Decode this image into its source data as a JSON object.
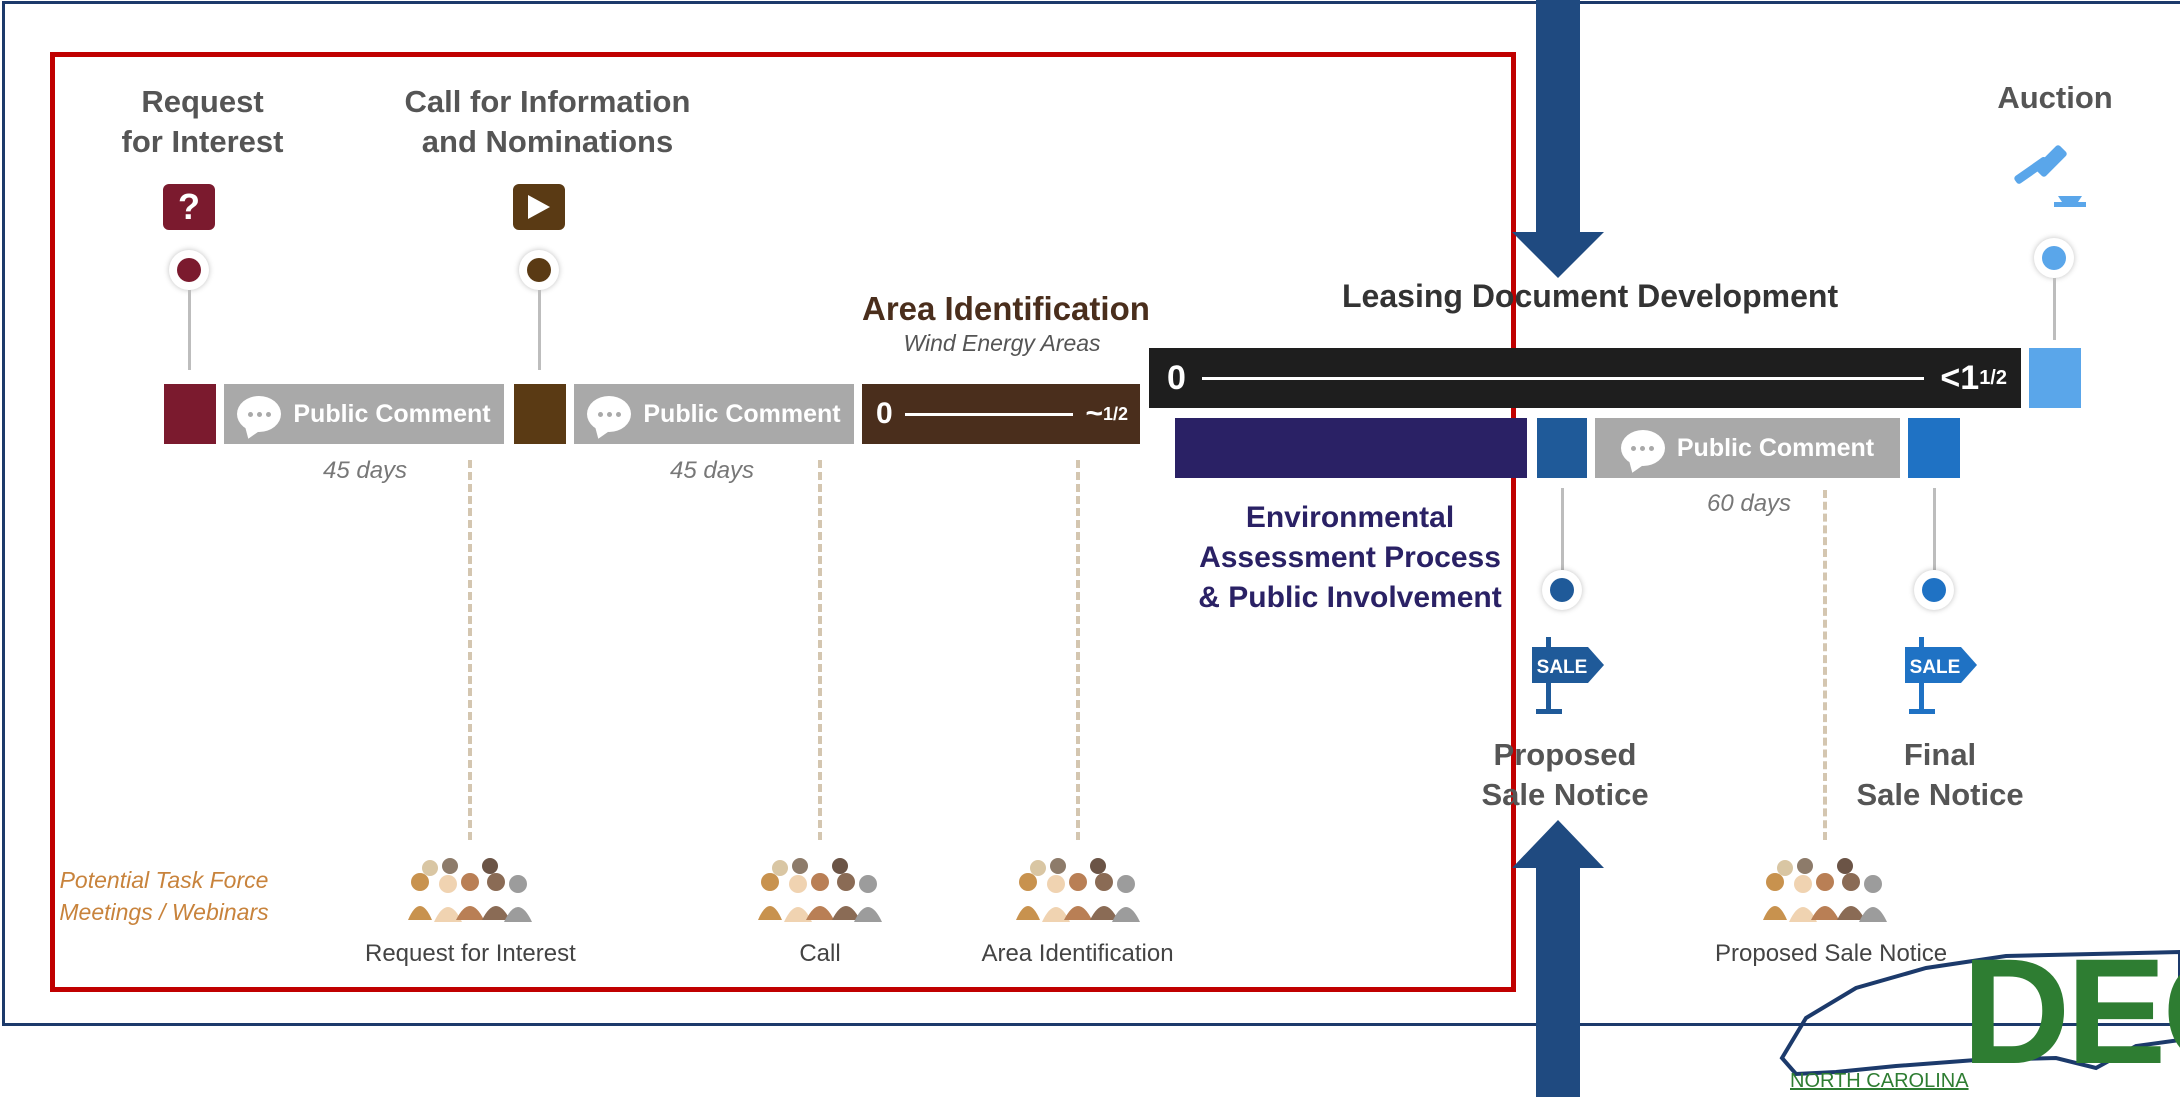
{
  "milestones": {
    "request_interest": "Request\nfor Interest",
    "call_info": "Call for Information\nand Nominations",
    "area_id_title": "Area Identification",
    "area_id_sub": "Wind Energy Areas",
    "leasing_title": "Leasing Document Development",
    "auction": "Auction",
    "env_assessment": "Environmental\nAssessment Process\n& Public Involvement",
    "proposed_sale": "Proposed\nSale Notice",
    "final_sale": "Final\nSale Notice"
  },
  "timeline": {
    "public_comment": "Public Comment",
    "days_45": "45 days",
    "days_60": "60 days",
    "area_start": "0",
    "area_end": "~",
    "area_frac": "1/2",
    "leasing_start": "0",
    "leasing_end": "<1",
    "leasing_frac": "1/2"
  },
  "task_force": {
    "label": "Potential Task Force\nMeetings / Webinars",
    "groups": [
      "Request for Interest",
      "Call",
      "Area Identification",
      "Proposed Sale Notice"
    ]
  },
  "icons": [
    "question-icon",
    "play-icon",
    "gavel-icon",
    "sale-sign-icon",
    "people-group-icon",
    "chat-bubble-icon"
  ],
  "logo": {
    "text": "DEQ",
    "caption": "NORTH CAROLINA"
  },
  "colors": {
    "maroon": "#7b1a2e",
    "brown": "#5a3a14",
    "dark_brown": "#4a2e1c",
    "navy": "#2a2165",
    "sale_blue": "#1f5a99",
    "light_blue": "#5aa6ea",
    "frame_red": "#c00000",
    "frame_navy": "#1c3a6b",
    "deq_green": "#2e7d32"
  }
}
